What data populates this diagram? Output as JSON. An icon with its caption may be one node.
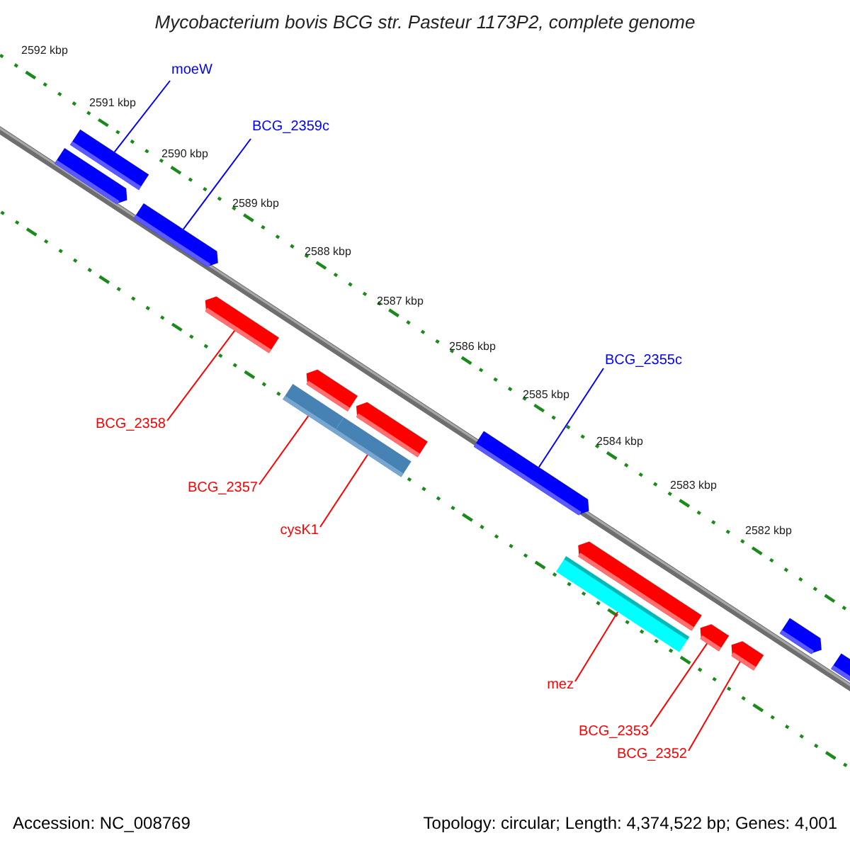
{
  "diagram": {
    "title": "Mycobacterium bovis BCG str. Pasteur 1173P2, complete genome",
    "nodes": [
      {
        "text": [
          "moeW"
        ]
      },
      {
        "text": [
          "BCG_2359c"
        ]
      },
      {
        "text": [
          "BCG_2358"
        ]
      },
      {
        "text": [
          "BCG_2357"
        ]
      },
      {
        "text": [
          "cysK1"
        ]
      },
      {
        "text": [
          "BCG_2355c"
        ]
      },
      {
        "text": [
          "mez"
        ]
      },
      {
        "text": [
          "BCG_2353"
        ]
      },
      {
        "text": [
          "BCG_2352"
        ]
      },
      {
        "text": [],
        "shape": "bar"
      },
      {
        "text": [],
        "shape": "bar"
      },
      {
        "text": [],
        "shape": "bar"
      },
      {
        "text": [],
        "shape": "bar"
      },
      {
        "text": [],
        "shape": "bar"
      },
      {
        "text": [],
        "shape": "bar"
      },
      {
        "text": [],
        "shape": "bar"
      },
      {
        "text": [],
        "shape": "bar"
      },
      {
        "text": [],
        "shape": "bar"
      },
      {
        "text": [],
        "shape": "bar"
      },
      {
        "text": [],
        "shape": "bar"
      },
      {
        "text": [],
        "shape": "bar"
      },
      {
        "text": [],
        "shape": "bar"
      },
      {
        "text": [],
        "shape": "bar"
      },
      {
        "text": [],
        "shape": "bar"
      }
    ],
    "edges": [
      {
        "from": 0,
        "to": 10,
        "arrow": "none",
        "color": "#0000ff"
      },
      {
        "from": 1,
        "to": 11,
        "arrow": "none",
        "color": "#0000ff"
      },
      {
        "from": 2,
        "to": 12,
        "arrow": "none"
      },
      {
        "from": 3,
        "to": 13,
        "arrow": "none"
      },
      {
        "from": 4,
        "to": 15,
        "arrow": "none"
      },
      {
        "from": 5,
        "to": 17,
        "arrow": "none",
        "color": "#0000ff"
      },
      {
        "from": 6,
        "to": 18,
        "arrow": "none"
      },
      {
        "from": 7,
        "to": 20,
        "arrow": "none"
      },
      {
        "from": 8,
        "to": 21,
        "arrow": "none"
      }
    ],
    "labels": [
      "2592 kbp",
      "2591 kbp",
      "2590 kbp",
      "2589 kbp",
      "2588 kbp",
      "2587 kbp",
      "2586 kbp",
      "2585 kbp",
      "2584 kbp",
      "2583 kbp",
      "2582 kbp",
      "Accession: NC_008769",
      "Topology: circular; Length: 4,374,522 bp; Genes: 4,001"
    ]
  }
}
